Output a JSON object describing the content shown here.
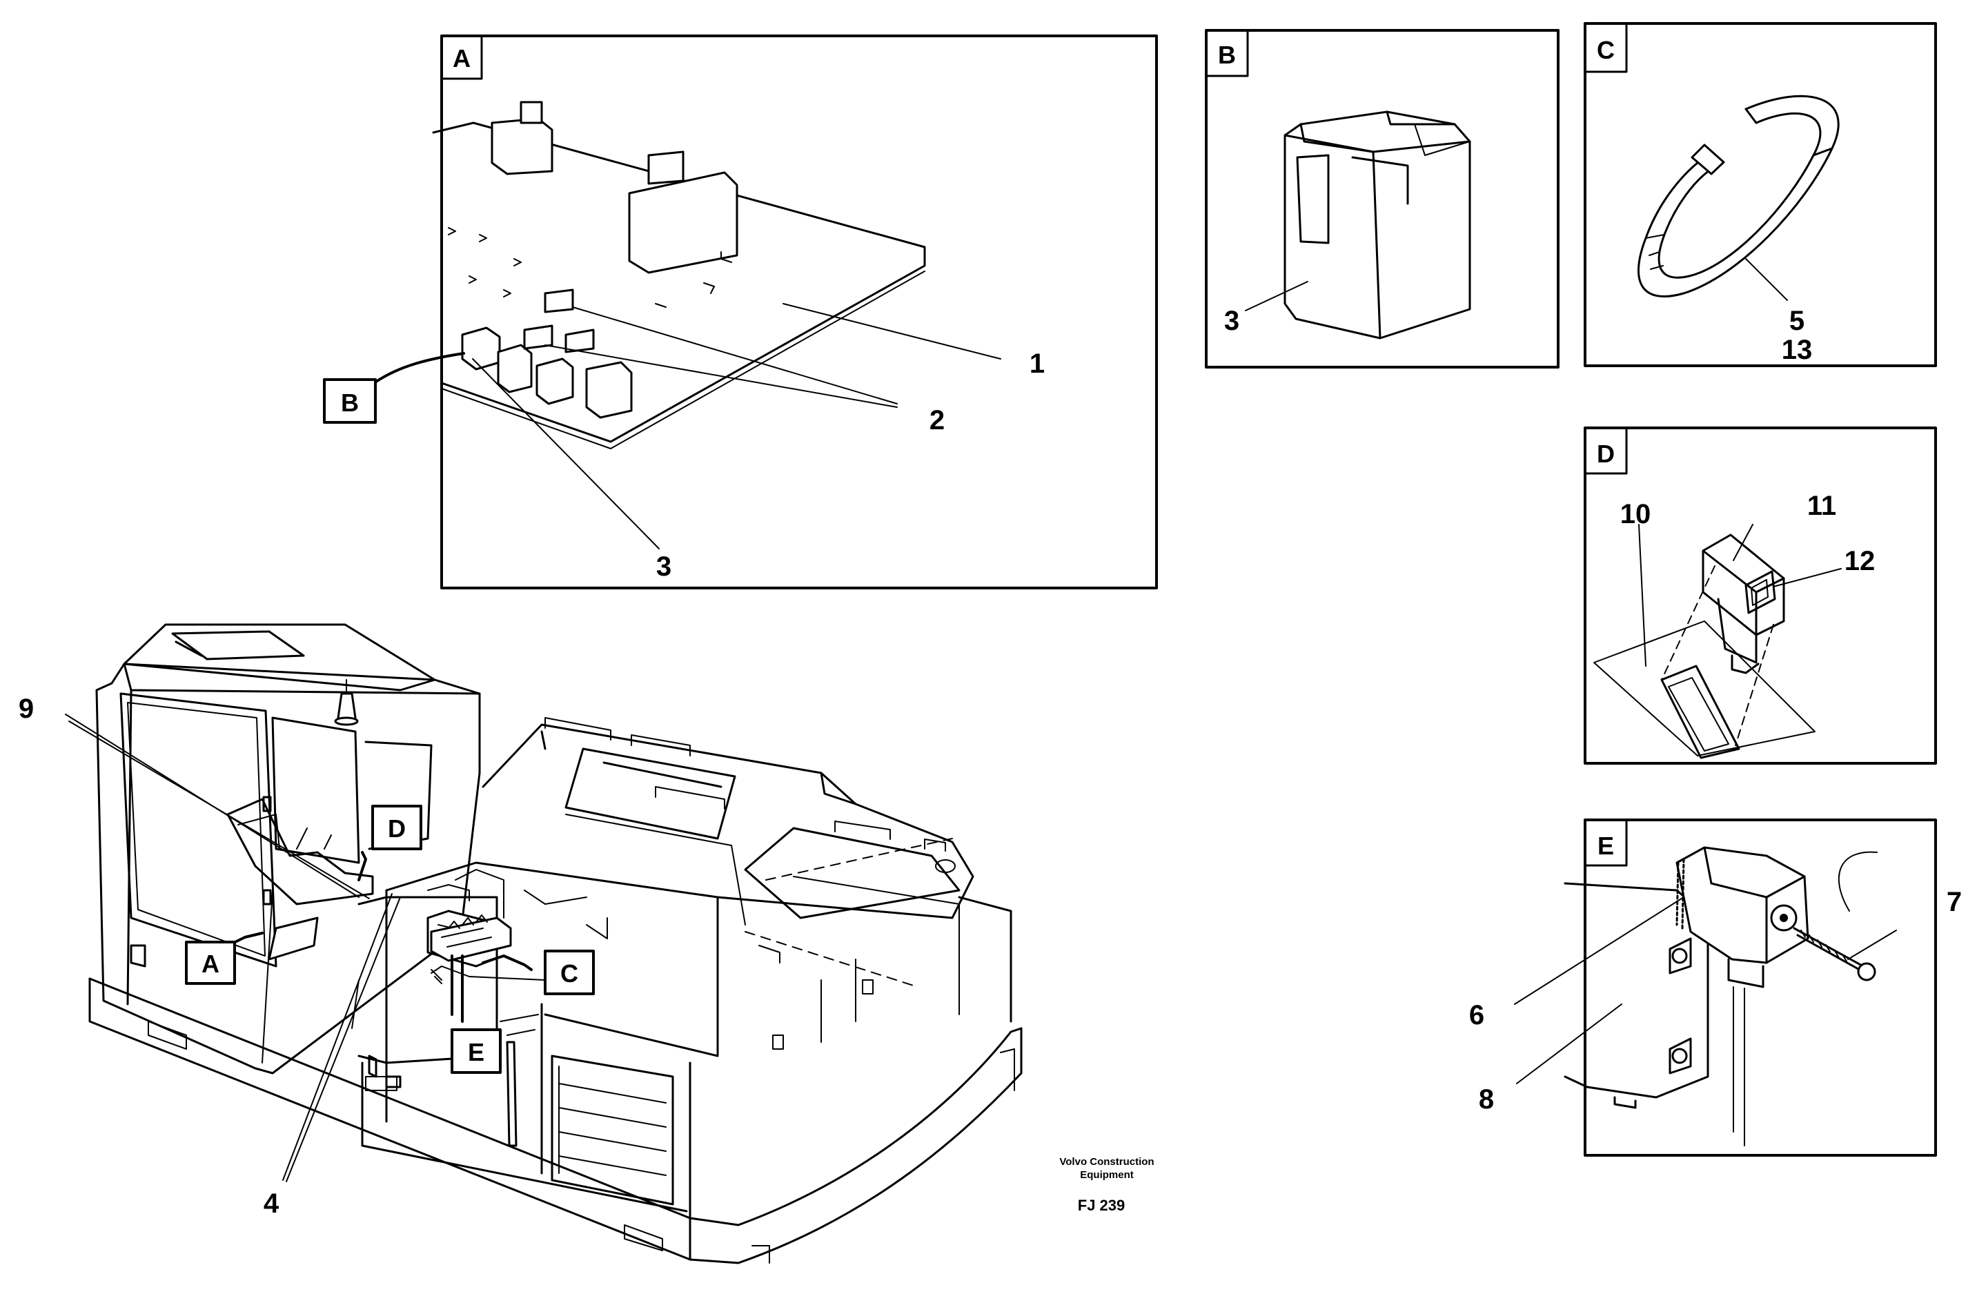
{
  "callouts": {
    "n1": "1",
    "n2": "2",
    "n3a": "3",
    "n3b": "3",
    "n4": "4",
    "n5": "5",
    "n13": "13",
    "n6": "6",
    "n7": "7",
    "n8": "8",
    "n9": "9",
    "n10": "10",
    "n11": "11",
    "n12": "12"
  },
  "panels": {
    "A": "A",
    "B": "B",
    "C": "C",
    "D": "D",
    "E": "E"
  },
  "view_tags": {
    "A": "A",
    "B": "B",
    "C": "C",
    "D": "D",
    "E": "E"
  },
  "credit": {
    "line1": "Volvo Construction",
    "line2": "Equipment",
    "code": "FJ 239"
  }
}
